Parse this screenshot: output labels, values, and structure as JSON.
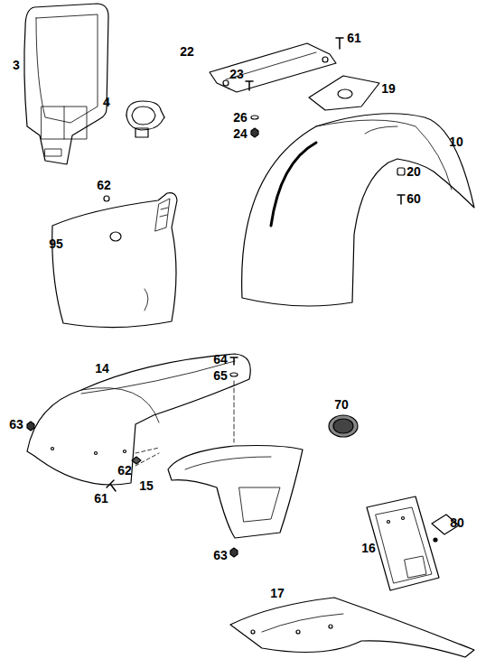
{
  "diagram": {
    "labels": [
      "3",
      "4",
      "22",
      "61",
      "23",
      "19",
      "26",
      "24",
      "10",
      "20",
      "60",
      "62",
      "95",
      "64",
      "65",
      "14",
      "63",
      "70",
      "62",
      "61",
      "15",
      "63",
      "16",
      "80",
      "17"
    ]
  }
}
